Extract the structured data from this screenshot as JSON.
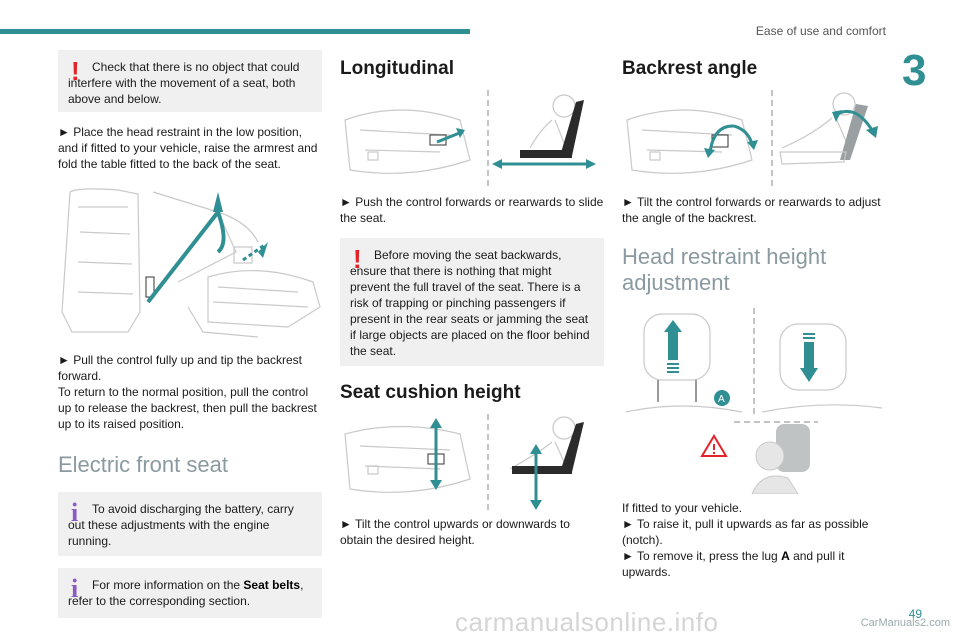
{
  "header": {
    "section_title": "Ease of use and comfort",
    "chapter_number": "3",
    "page_number": "49"
  },
  "col1": {
    "warning1": "Check that there is no object that could interfere with the movement of a seat, both above and below.",
    "para1": "► Place the head restraint in the low position, and if fitted to your vehicle, raise the armrest and fold the table fitted to the back of the seat.",
    "para2_a": "► Pull the control fully up and tip the backrest forward.",
    "para2_b": "To return to the normal position, pull the control up to release the backrest, then pull the backrest up to its raised position.",
    "section_title": "Electric front seat",
    "info1": "To avoid discharging the battery, carry out these adjustments with the engine running.",
    "info2_pre": "For more information on the ",
    "info2_bold": "Seat belts",
    "info2_post": ", refer to the corresponding section."
  },
  "col2": {
    "title_long": "Longitudinal",
    "para_long": "► Push the control forwards or rearwards to slide the seat.",
    "warning_long": "Before moving the seat backwards, ensure that there is nothing that might prevent the full travel of the seat. There is a risk of trapping or pinching passengers if present in the rear seats or jamming the seat if large objects are placed on the floor behind the seat.",
    "title_height": "Seat cushion height",
    "para_height": "► Tilt the control upwards or downwards to obtain the desired height."
  },
  "col3": {
    "title_back": "Backrest angle",
    "para_back": "► Tilt the control forwards or rearwards to adjust the angle of the backrest.",
    "title_head": "Head restraint height adjustment",
    "label_a": "A",
    "para_head_1": "If fitted to your vehicle.",
    "para_head_2": "► To raise it, pull it upwards as far as possible (notch).",
    "para_head_3_pre": "► To remove it, press the lug ",
    "para_head_3_bold": "A",
    "para_head_3_post": " and pull it upwards."
  },
  "watermark": {
    "site": "carmanualsonline.info",
    "small": "CarManuals2.com"
  },
  "colors": {
    "accent": "#2f8f93",
    "warning": "#e3232a",
    "info": "#8a5cc2",
    "grey_note": "#f0f0f0"
  }
}
